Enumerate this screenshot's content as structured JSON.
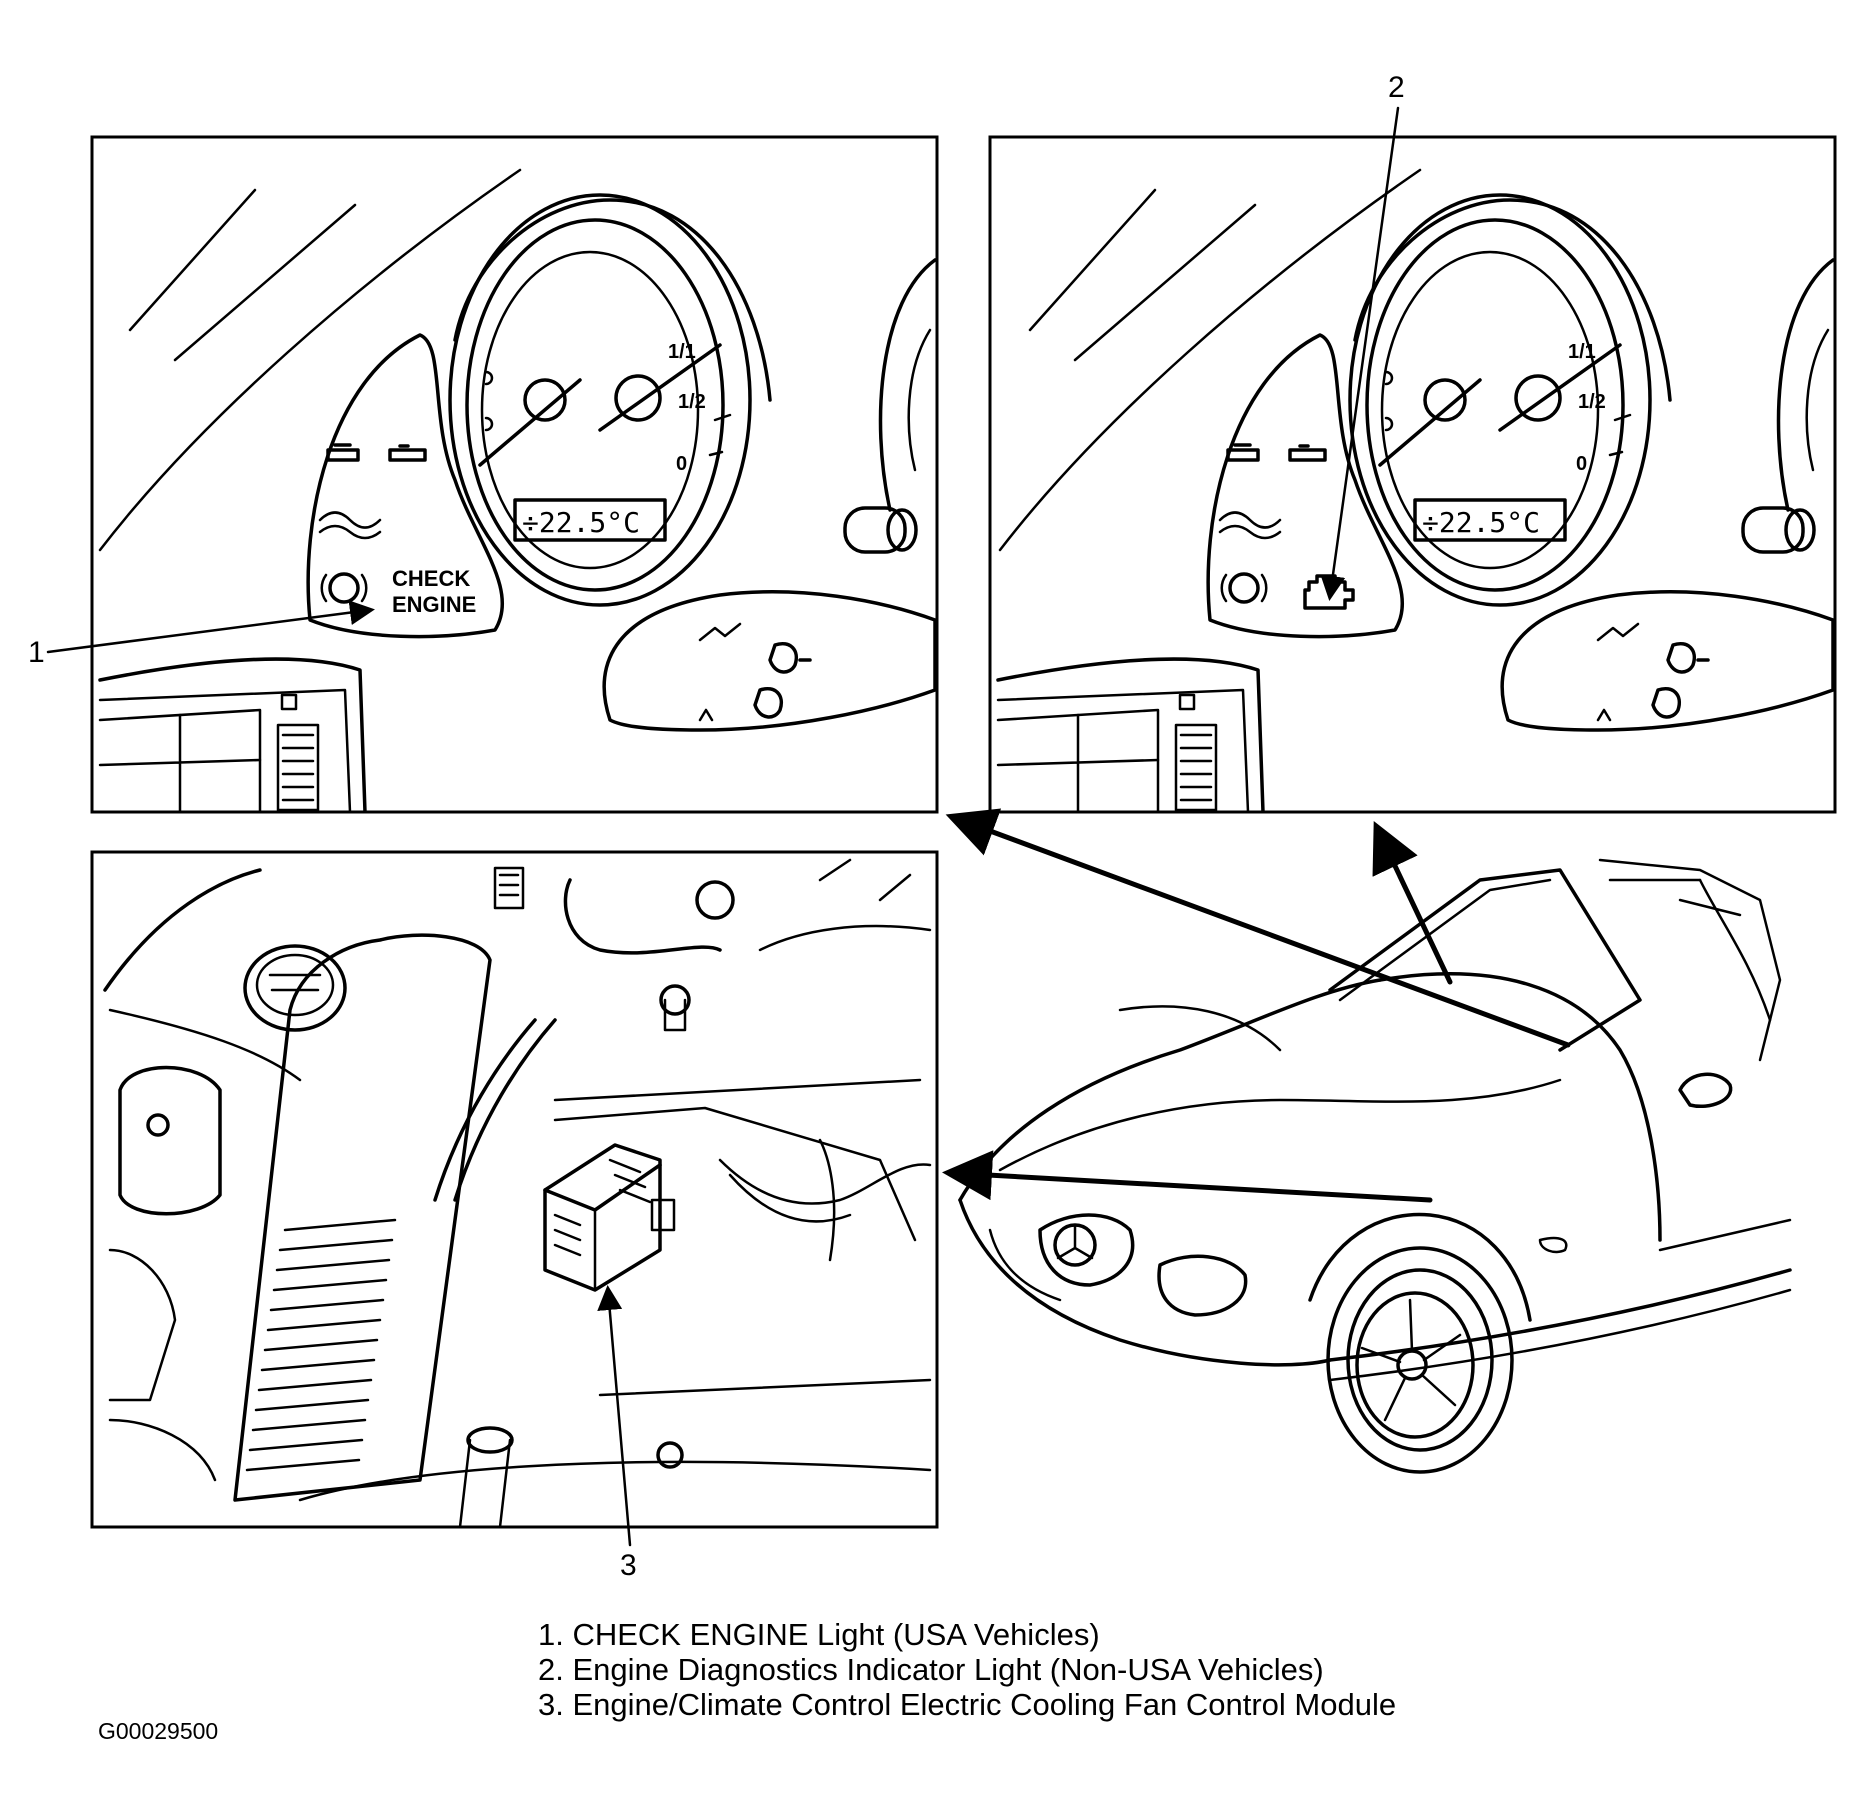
{
  "callouts": {
    "c1": "1",
    "c2": "2",
    "c3": "3"
  },
  "panel1": {
    "check_engine_line1": "CHECK",
    "check_engine_line2": "ENGINE",
    "fuel_full": "1/1",
    "fuel_half": "1/2",
    "fuel_empty": "0",
    "lcd_temp": "÷22.5°C"
  },
  "panel2": {
    "fuel_full": "1/1",
    "fuel_half": "1/2",
    "fuel_empty": "0",
    "lcd_temp": "÷22.5°C"
  },
  "legend": {
    "items": [
      "1. CHECK ENGINE Light (USA Vehicles)",
      "2. Engine Diagnostics Indicator Light (Non-USA Vehicles)",
      "3. Engine/Climate Control Electric Cooling Fan Control Module"
    ]
  },
  "figure_id": "G00029500"
}
